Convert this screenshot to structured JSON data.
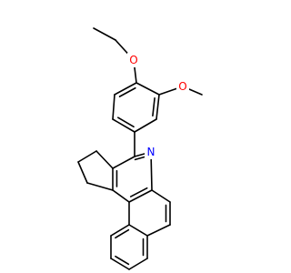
{
  "molecule": {
    "colors": {
      "bond": "#000000",
      "oxygen": "#ff0000",
      "nitrogen": "#0000ff"
    },
    "atoms": {
      "O1": {
        "label": "O",
        "element": "oxygen"
      },
      "O2": {
        "label": "O",
        "element": "oxygen"
      },
      "N1": {
        "label": "N",
        "element": "nitrogen"
      }
    }
  }
}
